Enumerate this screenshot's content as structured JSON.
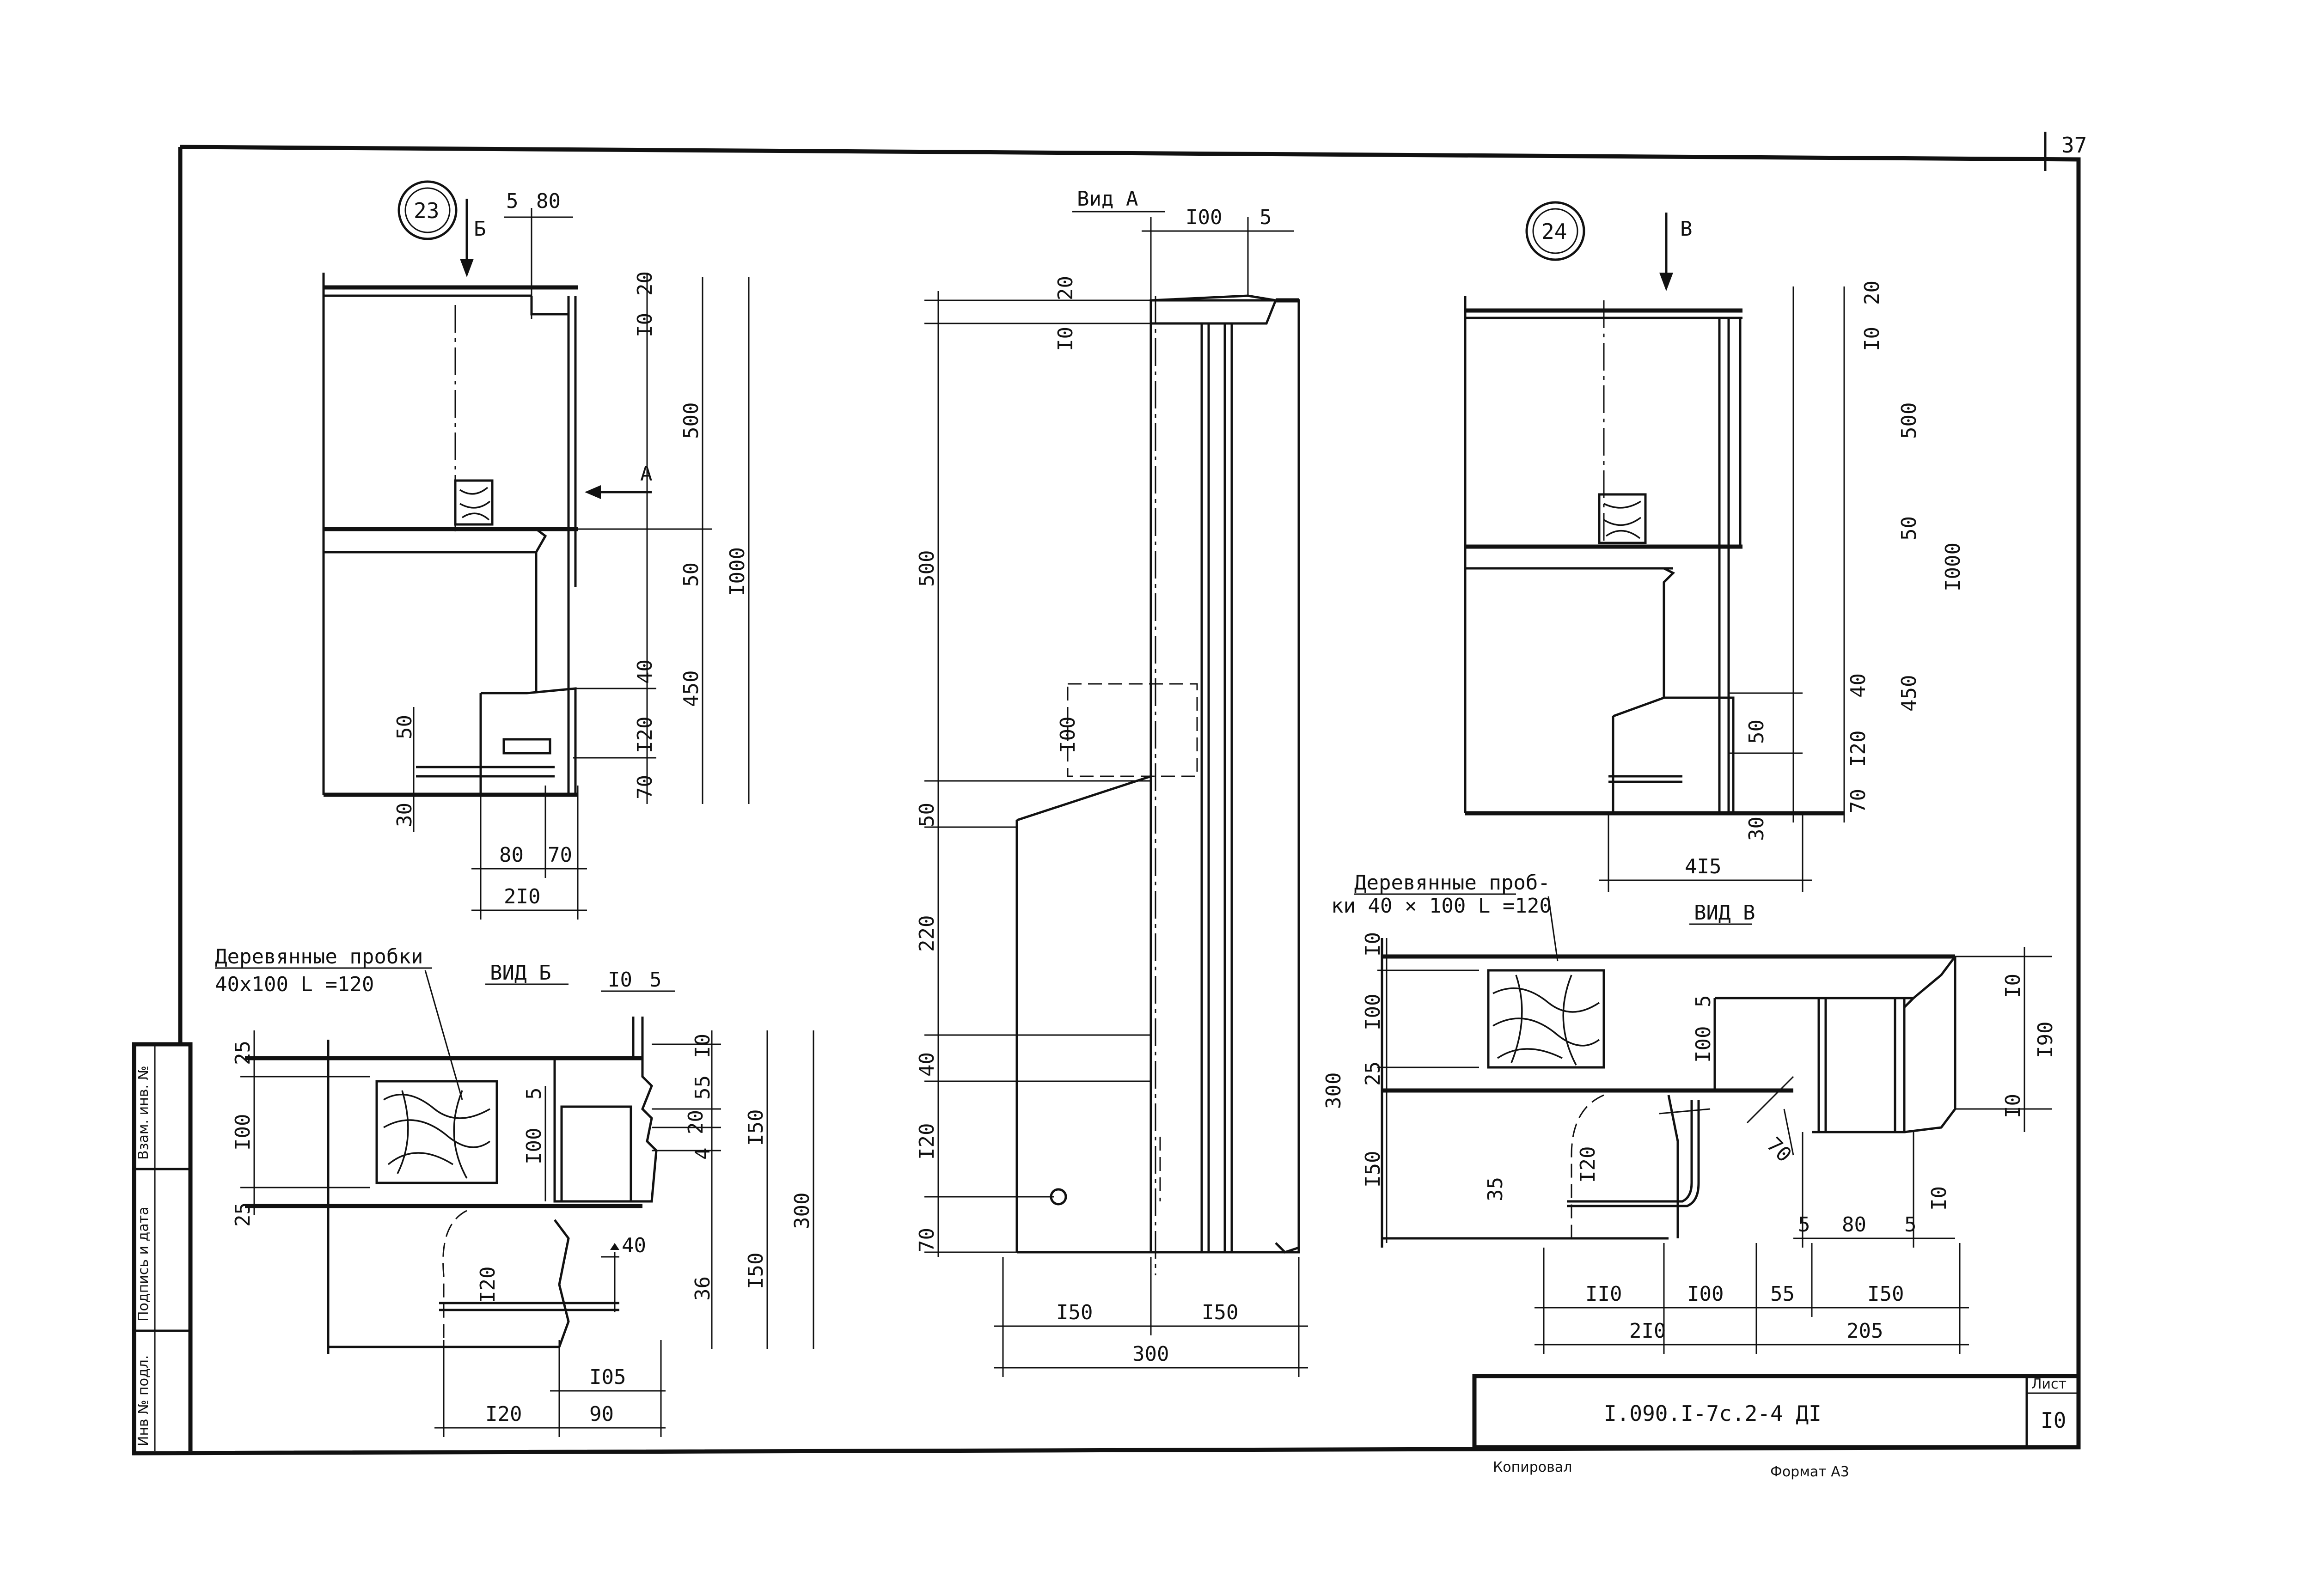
{
  "sheet": {
    "page_number": "37",
    "doc_code": "I.090.I-7с.2-4 ДI",
    "sheet_label": "Лист",
    "sheet_number": "I0",
    "bottom_left": "Копировал",
    "bottom_right": "Формат А3"
  },
  "side_stamp": [
    "Инв № подл.",
    "Подпись и дата",
    "Взам. инв. №"
  ],
  "node23": {
    "number": "23",
    "arrow_b": "Б",
    "arrow_a": "А",
    "dims": {
      "top_5": "5",
      "top_80": "80",
      "r_20": "20",
      "r_10": "I0",
      "r_500": "500",
      "r_50": "50",
      "r_450": "450",
      "r_1000": "I000",
      "r_40": "40",
      "r_120": "I20",
      "r_70": "70",
      "l_50": "50",
      "l_30": "30",
      "b_80": "80",
      "b_70": "70",
      "b_210": "2I0"
    }
  },
  "view_b": {
    "title": "ВИД Б",
    "note_line1": "Деревянные пробки",
    "note_line2": "40х100   L =120",
    "dims": {
      "t_10": "I0",
      "t_5": "5",
      "l_25a": "25",
      "l_100": "I00",
      "l_25b": "25",
      "i_5": "5",
      "i_100": "I00",
      "i_120": "I20",
      "i_40": "40",
      "r_10": "I0",
      "r_55": "55",
      "r_20": "20",
      "r_4": "4",
      "r_150a": "I50",
      "r_36": "36",
      "r_150b": "I50",
      "r_300": "300",
      "b_105": "I05",
      "b_120": "I20",
      "b_90": "90"
    }
  },
  "view_a": {
    "title": "Вид А",
    "dims": {
      "t_100": "I00",
      "t_5": "5",
      "l_20": "20",
      "l_10": "I0",
      "l_500": "500",
      "l_100": "I00",
      "l_50": "50",
      "l_220": "220",
      "l_40": "40",
      "l_120": "I20",
      "l_70": "70",
      "b_150a": "I50",
      "b_150b": "I50",
      "b_300": "300"
    }
  },
  "node24": {
    "number": "24",
    "arrow_v": "В",
    "dims": {
      "r_20": "20",
      "r_10": "I0",
      "r_500": "500",
      "r_50": "50",
      "r_1000": "I000",
      "r_450": "450",
      "r_40": "40",
      "r_120": "I20",
      "r_70": "70",
      "i_50": "50",
      "i_30": "30",
      "b_415": "4I5"
    }
  },
  "view_v": {
    "title": "ВИД В",
    "note_line1": "Деревянные проб-",
    "note_line2": "ки 40 × 100  L =120",
    "dims": {
      "l_10": "I0",
      "l_100": "I00",
      "l_25": "25",
      "l_300": "300",
      "l_150": "I50",
      "i_5": "5",
      "i_100": "I00",
      "i_120": "I20",
      "i_35": "35",
      "i_70": "70",
      "r_10a": "I0",
      "r_190": "I90",
      "r_10b": "I0",
      "r_10c": "I0",
      "m_5": "5",
      "m_80": "80",
      "m_5b": "5",
      "b_110": "II0",
      "b_100": "I00",
      "b_55": "55",
      "b_150": "I50",
      "b_210": "2I0",
      "b_205": "205"
    }
  }
}
